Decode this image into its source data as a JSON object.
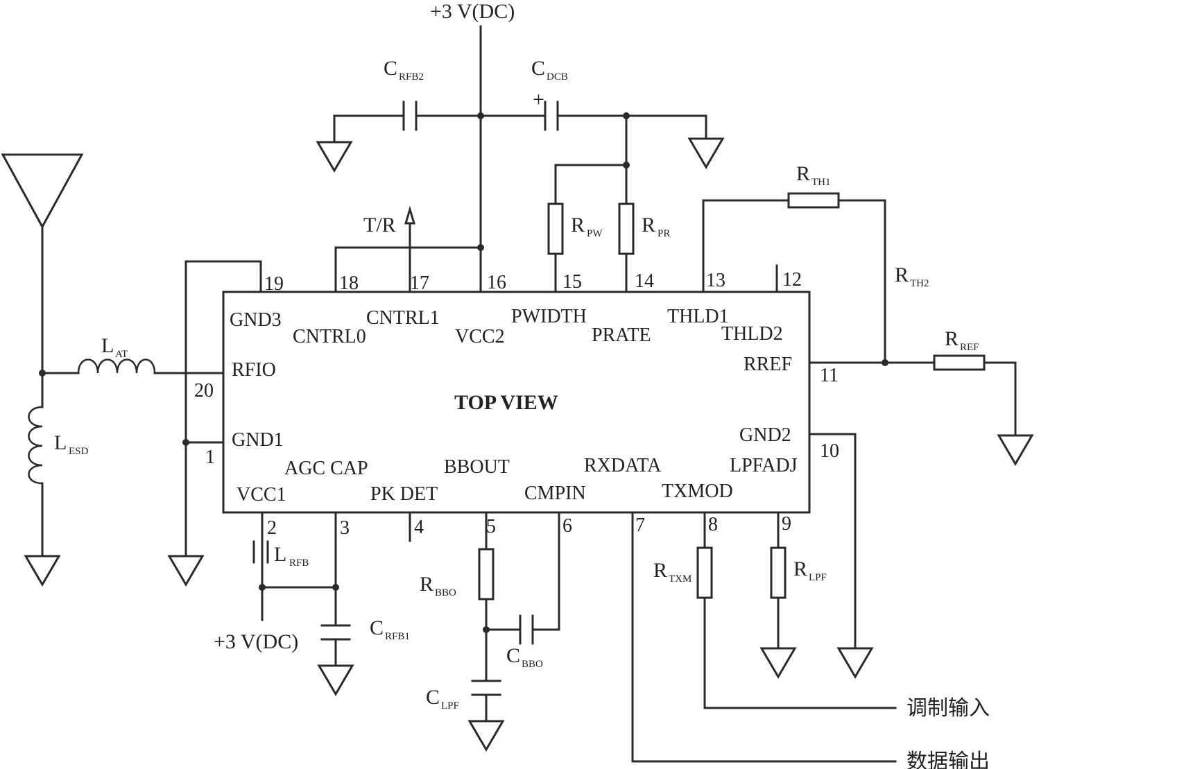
{
  "chip": {
    "center_text": "TOP VIEW",
    "pins": [
      {
        "num": "1",
        "name": "GND1"
      },
      {
        "num": "2",
        "name": "VCC1"
      },
      {
        "num": "3",
        "name": "AGC CAP"
      },
      {
        "num": "4",
        "name": "PK DET"
      },
      {
        "num": "5",
        "name": "BBOUT"
      },
      {
        "num": "6",
        "name": "CMPIN"
      },
      {
        "num": "7",
        "name": "RXDATA"
      },
      {
        "num": "8",
        "name": "TXMOD"
      },
      {
        "num": "9",
        "name": "LPFADJ"
      },
      {
        "num": "10",
        "name": "GND2"
      },
      {
        "num": "11",
        "name": "RREF"
      },
      {
        "num": "12",
        "name": "THLD2"
      },
      {
        "num": "13",
        "name": "THLD1"
      },
      {
        "num": "14",
        "name": "PRATE"
      },
      {
        "num": "15",
        "name": "PWIDTH"
      },
      {
        "num": "16",
        "name": "VCC2"
      },
      {
        "num": "17",
        "name": "CNTRL1"
      },
      {
        "num": "18",
        "name": "CNTRL0"
      },
      {
        "num": "19",
        "name": "GND3"
      },
      {
        "num": "20",
        "name": "RFIO"
      }
    ]
  },
  "components": {
    "l_at": {
      "main": "L",
      "sub": "AT"
    },
    "l_esd": {
      "main": "L",
      "sub": "ESD"
    },
    "l_rfb": {
      "main": "L",
      "sub": "RFB"
    },
    "c_rfb1": {
      "main": "C",
      "sub": "RFB1"
    },
    "c_rfb2": {
      "main": "C",
      "sub": "RFB2"
    },
    "c_dcb": {
      "main": "C",
      "sub": "DCB"
    },
    "c_bbo": {
      "main": "C",
      "sub": "BBO"
    },
    "c_lpf": {
      "main": "C",
      "sub": "LPF"
    },
    "r_bbo": {
      "main": "R",
      "sub": "BBO"
    },
    "r_pw": {
      "main": "R",
      "sub": "PW"
    },
    "r_pr": {
      "main": "R",
      "sub": "PR"
    },
    "r_th1": {
      "main": "R",
      "sub": "TH1"
    },
    "r_th2": {
      "main": "R",
      "sub": "TH2"
    },
    "r_ref": {
      "main": "R",
      "sub": "REF"
    },
    "r_txm": {
      "main": "R",
      "sub": "TXM"
    },
    "r_lpf": {
      "main": "R",
      "sub": "LPF"
    }
  },
  "labels": {
    "vcc_top": "+3 V(DC)",
    "vcc_bottom": "+3 V(DC)",
    "tr": "T/R",
    "plus_sign": "+",
    "mod_input": "调制输入",
    "data_output": "数据输出"
  }
}
